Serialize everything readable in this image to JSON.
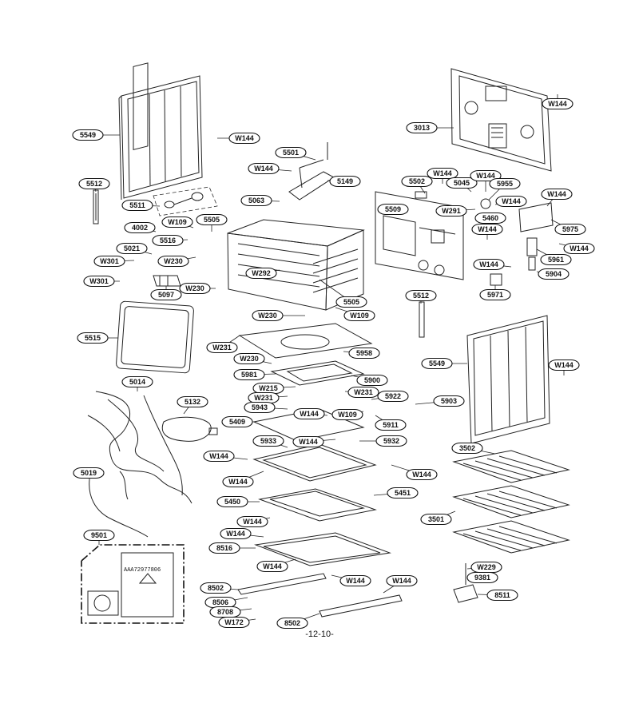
{
  "page": {
    "footer": "-12-10-"
  },
  "kit": {
    "code": "AAA72977806",
    "label": "9501"
  },
  "callouts": [
    {
      "id": "5549-a",
      "text": "5549"
    },
    {
      "id": "w144-a",
      "text": "W144"
    },
    {
      "id": "5501",
      "text": "5501"
    },
    {
      "id": "w144-b",
      "text": "W144"
    },
    {
      "id": "5149",
      "text": "5149"
    },
    {
      "id": "5512-a",
      "text": "5512"
    },
    {
      "id": "5063",
      "text": "5063"
    },
    {
      "id": "5511",
      "text": "5511"
    },
    {
      "id": "w109-a",
      "text": "W109"
    },
    {
      "id": "5505-a",
      "text": "5505"
    },
    {
      "id": "4002",
      "text": "4002"
    },
    {
      "id": "5516",
      "text": "5516"
    },
    {
      "id": "5021",
      "text": "5021"
    },
    {
      "id": "w301-a",
      "text": "W301"
    },
    {
      "id": "w230-a",
      "text": "W230"
    },
    {
      "id": "w292",
      "text": "W292"
    },
    {
      "id": "w301-b",
      "text": "W301"
    },
    {
      "id": "w230-b",
      "text": "W230"
    },
    {
      "id": "5097",
      "text": "5097"
    },
    {
      "id": "5505-b",
      "text": "5505"
    },
    {
      "id": "w230-c",
      "text": "W230"
    },
    {
      "id": "w109-b",
      "text": "W109"
    },
    {
      "id": "3013",
      "text": "3013"
    },
    {
      "id": "w144-c",
      "text": "W144"
    },
    {
      "id": "w144-d",
      "text": "W144"
    },
    {
      "id": "5502",
      "text": "5502"
    },
    {
      "id": "5045",
      "text": "5045"
    },
    {
      "id": "w144-e",
      "text": "W144"
    },
    {
      "id": "5955",
      "text": "5955"
    },
    {
      "id": "5509",
      "text": "5509"
    },
    {
      "id": "w144-f",
      "text": "W144"
    },
    {
      "id": "w291",
      "text": "W291"
    },
    {
      "id": "w144-g",
      "text": "W144"
    },
    {
      "id": "5460",
      "text": "5460"
    },
    {
      "id": "w144-h",
      "text": "W144"
    },
    {
      "id": "5975",
      "text": "5975"
    },
    {
      "id": "w144-i",
      "text": "W144"
    },
    {
      "id": "5961",
      "text": "5961"
    },
    {
      "id": "w144-j",
      "text": "W144"
    },
    {
      "id": "5904",
      "text": "5904"
    },
    {
      "id": "5971",
      "text": "5971"
    },
    {
      "id": "5512-b",
      "text": "5512"
    },
    {
      "id": "5515",
      "text": "5515"
    },
    {
      "id": "w231-a",
      "text": "W231"
    },
    {
      "id": "5958",
      "text": "5958"
    },
    {
      "id": "w230-d",
      "text": "W230"
    },
    {
      "id": "5981",
      "text": "5981"
    },
    {
      "id": "5900",
      "text": "5900"
    },
    {
      "id": "w215",
      "text": "W215"
    },
    {
      "id": "w231-b",
      "text": "W231"
    },
    {
      "id": "w231-c",
      "text": "W231"
    },
    {
      "id": "5922",
      "text": "5922"
    },
    {
      "id": "5943",
      "text": "5943"
    },
    {
      "id": "w144-k",
      "text": "W144"
    },
    {
      "id": "w109-c",
      "text": "W109"
    },
    {
      "id": "5903",
      "text": "5903"
    },
    {
      "id": "5409",
      "text": "5409"
    },
    {
      "id": "5911",
      "text": "5911"
    },
    {
      "id": "5933",
      "text": "5933"
    },
    {
      "id": "w144-l",
      "text": "W144"
    },
    {
      "id": "5932",
      "text": "5932"
    },
    {
      "id": "w144-m",
      "text": "W144"
    },
    {
      "id": "w144-n",
      "text": "W144"
    },
    {
      "id": "w144-o",
      "text": "W144"
    },
    {
      "id": "5451",
      "text": "5451"
    },
    {
      "id": "5450",
      "text": "5450"
    },
    {
      "id": "w144-p",
      "text": "W144"
    },
    {
      "id": "w144-q",
      "text": "W144"
    },
    {
      "id": "8516",
      "text": "8516"
    },
    {
      "id": "w144-r",
      "text": "W144"
    },
    {
      "id": "w144-s",
      "text": "W144"
    },
    {
      "id": "w144-t",
      "text": "W144"
    },
    {
      "id": "8502-a",
      "text": "8502"
    },
    {
      "id": "8506",
      "text": "8506"
    },
    {
      "id": "8708",
      "text": "8708"
    },
    {
      "id": "w172",
      "text": "W172"
    },
    {
      "id": "8502-b",
      "text": "8502"
    },
    {
      "id": "5014",
      "text": "5014"
    },
    {
      "id": "5132",
      "text": "5132"
    },
    {
      "id": "5019",
      "text": "5019"
    },
    {
      "id": "9501",
      "text": "9501"
    },
    {
      "id": "5549-b",
      "text": "5549"
    },
    {
      "id": "w144-u",
      "text": "W144"
    },
    {
      "id": "3502",
      "text": "3502"
    },
    {
      "id": "3501",
      "text": "3501"
    },
    {
      "id": "w229",
      "text": "W229"
    },
    {
      "id": "9381",
      "text": "9381"
    },
    {
      "id": "8511",
      "text": "8511"
    }
  ]
}
